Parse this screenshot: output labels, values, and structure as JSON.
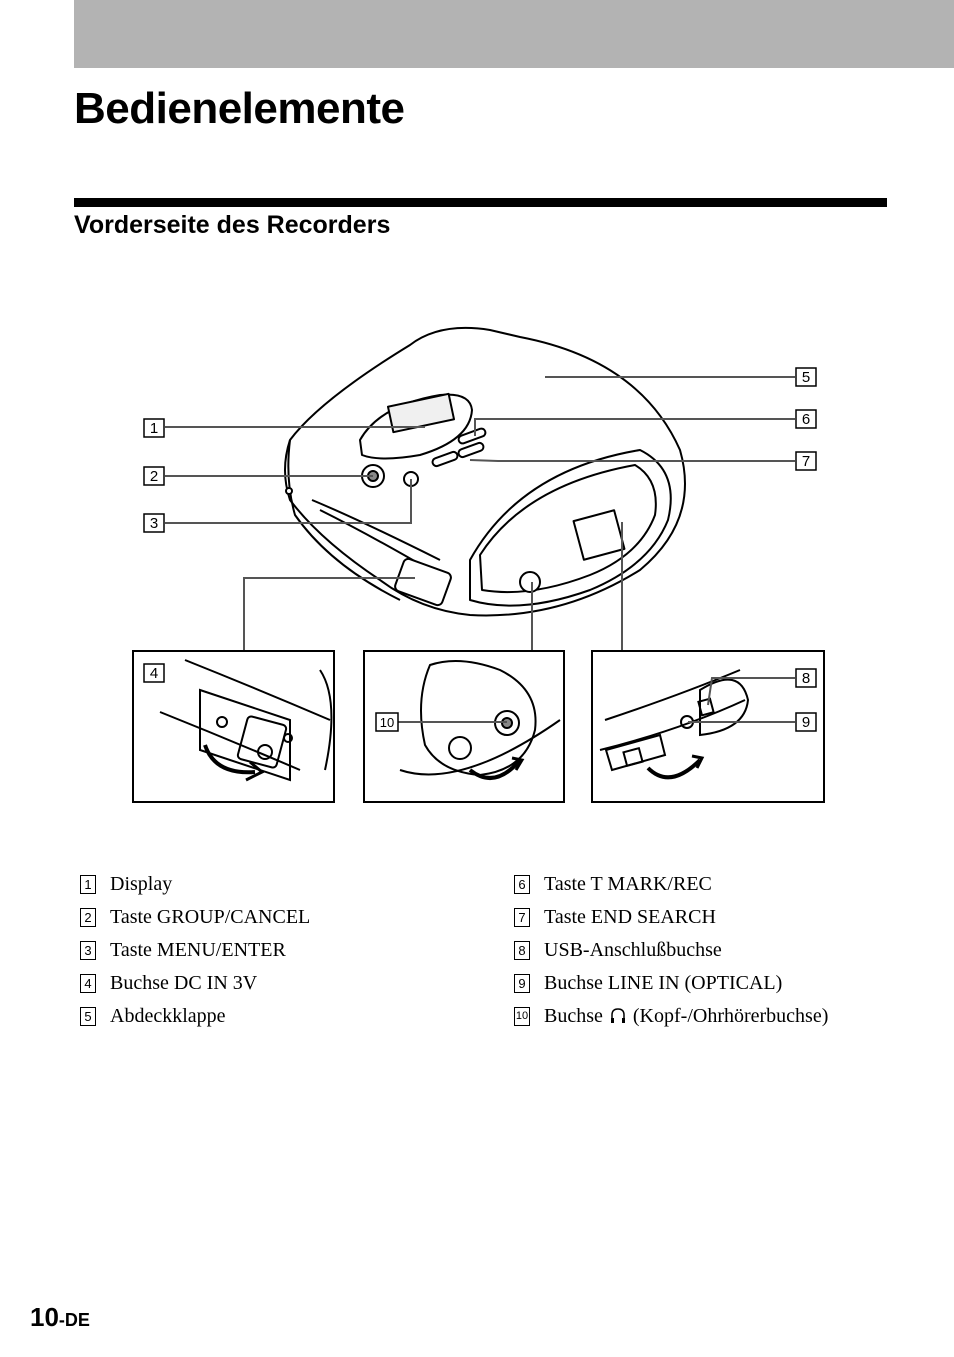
{
  "page": {
    "title": "Bedienelemente",
    "section_title": "Vorderseite des Recorders",
    "page_number": "10",
    "page_suffix": "-DE"
  },
  "callouts": [
    "1",
    "2",
    "3",
    "4",
    "5",
    "6",
    "7",
    "8",
    "9",
    "10"
  ],
  "legend": {
    "left": [
      {
        "num": "1",
        "text": "Display"
      },
      {
        "num": "2",
        "text": "Taste GROUP/CANCEL"
      },
      {
        "num": "3",
        "text": "Taste MENU/ENTER"
      },
      {
        "num": "4",
        "text": "Buchse DC IN 3V"
      },
      {
        "num": "5",
        "text": "Abdeckklappe"
      }
    ],
    "right": [
      {
        "num": "6",
        "text": "Taste T MARK/REC"
      },
      {
        "num": "7",
        "text": "Taste END SEARCH"
      },
      {
        "num": "8",
        "text": "USB-Anschlußbuchse"
      },
      {
        "num": "9",
        "text": "Buchse LINE IN (OPTICAL)"
      },
      {
        "num": "10",
        "text_before": "Buchse",
        "icon": "headphones-icon",
        "text_after": "(Kopf-/Ohrhörerbuchse)"
      }
    ]
  },
  "colors": {
    "top_band": "#b3b3b3",
    "ink": "#000000",
    "callout_line": "#555555"
  }
}
